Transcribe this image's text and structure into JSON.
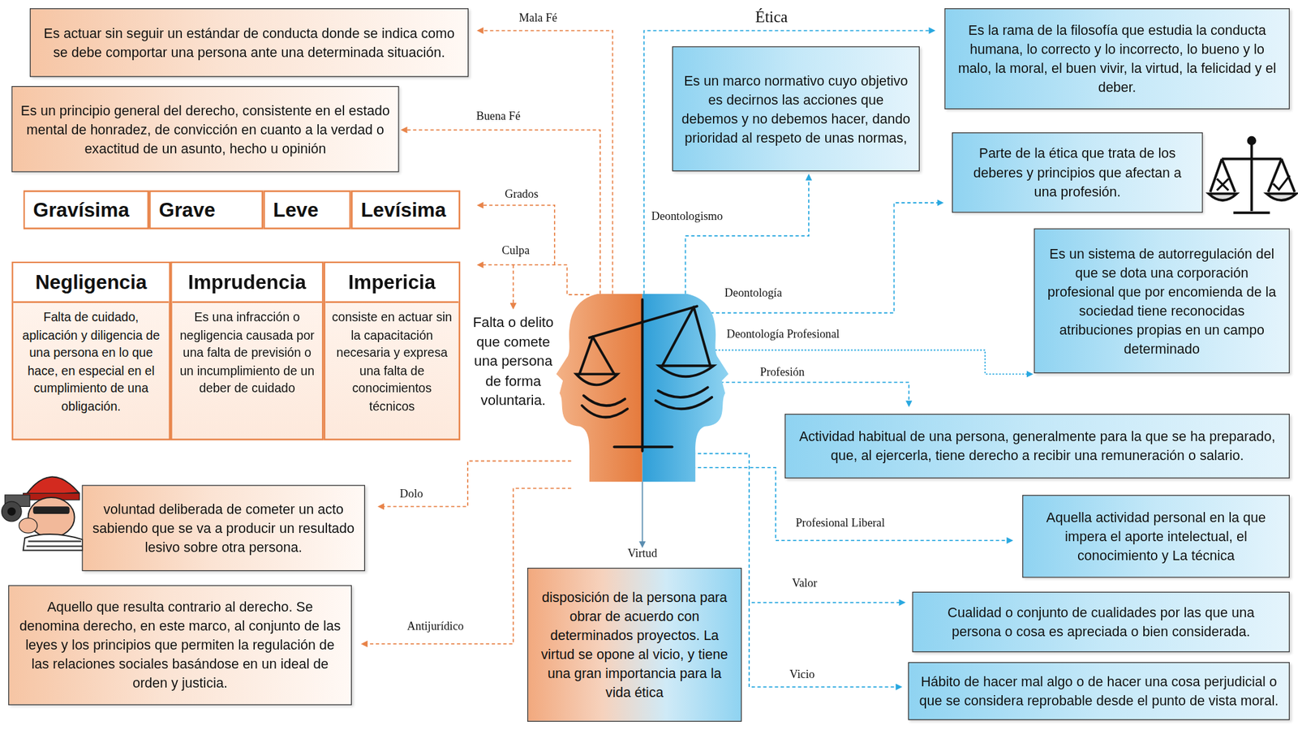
{
  "diagram": {
    "nodes": [
      {
        "text": [
          "Es actuar sin seguir un estándar de conducta donde se indica como se debe comportar una persona ante una determinada situación."
        ]
      },
      {
        "text": [
          "Es un principio general del derecho, consistente en el estado mental de honradez, de convicción en cuanto a la verdad o exactitud de un asunto, hecho u opinión"
        ]
      },
      {
        "text": [
          "Gravísima"
        ]
      },
      {
        "text": [
          "Grave"
        ]
      },
      {
        "text": [
          "Leve"
        ]
      },
      {
        "text": [
          "Levísima"
        ]
      },
      {
        "text": [
          "Negligencia",
          "Falta de cuidado, aplicación y diligencia de una persona en lo que hace, en especial en el cumplimiento de una obligación."
        ]
      },
      {
        "text": [
          "Imprudencia",
          "Es una infracción o negligencia causada por una falta de previsión o un incumplimiento de un deber de cuidado"
        ]
      },
      {
        "text": [
          "Impericia",
          "consiste en actuar sin la capacitación necesaria y expresa una falta de conocimientos técnicos"
        ]
      },
      {
        "text": [
          "voluntad deliberada de cometer un acto sabiendo que se va a producir un resultado lesivo sobre otra persona."
        ]
      },
      {
        "text": [
          "Aquello que resulta contrario al derecho. Se denomina derecho, en este marco, al conjunto de las leyes y los principios que permiten la regulación de las relaciones sociales basándose en un ideal de orden y justicia."
        ]
      },
      {
        "text": [
          "disposición de la persona para obrar de acuerdo con determinados proyectos. La virtud se opone al vicio, y tiene una gran importancia para la vida ética"
        ]
      },
      {
        "text": [
          "Es un marco normativo cuyo objetivo es decirnos las acciones que debemos y no debemos hacer, dando prioridad al respeto de unas normas,"
        ]
      },
      {
        "text": [
          "Es la rama de la filosofía que estudia la conducta humana, lo correcto y lo incorrecto, lo bueno y lo malo, la moral, el buen vivir, la virtud, la felicidad y el deber."
        ]
      },
      {
        "text": [
          "Parte de la ética que trata de los deberes y principios que afectan a una profesión."
        ]
      },
      {
        "text": [
          "Es un sistema de autorregulación del que se dota una corporación profesional que por encomienda de la sociedad tiene reconocidas atribuciones propias en un campo determinado"
        ]
      },
      {
        "text": [
          "Actividad habitual de una persona, generalmente para la que se ha preparado, que, al ejercerla, tiene derecho a recibir una remuneración o salario."
        ]
      },
      {
        "text": [
          "Aquella actividad personal en la que impera el aporte intelectual, el conocimiento y La técnica"
        ]
      },
      {
        "text": [
          "Cualidad o conjunto de cualidades por las que una persona o cosa es apreciada o bien considerada."
        ]
      },
      {
        "text": [
          "Hábito de hacer mal algo o de hacer una cosa perjudicial o que se considera reprobable desde el punto de vista moral."
        ]
      }
    ],
    "labels": [
      "Mala Fé",
      "Buena Fé",
      "Grados",
      "Culpa",
      "Falta o delito que comete una persona de forma voluntaria.",
      "Dolo",
      "Antijurídico",
      "Virtud",
      "Ética",
      "Deontologismo",
      "Deontología",
      "Deontología Profesional",
      "Profesión",
      "Profesional Liberal",
      "Valor",
      "Vicio"
    ]
  }
}
